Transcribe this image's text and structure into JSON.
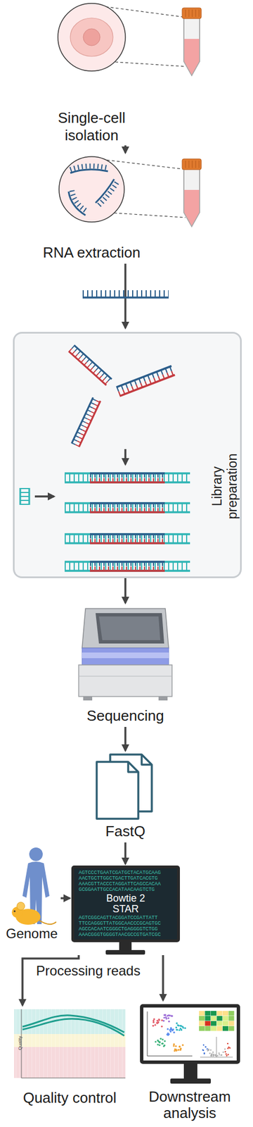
{
  "diagram": {
    "nodes": [
      {
        "text": [
          "Single-cell isolation"
        ]
      },
      {
        "text": [
          "RNA extraction"
        ]
      },
      {
        "text": [
          "Library preparation"
        ]
      },
      {
        "text": [
          "Sequencing"
        ]
      },
      {
        "text": [
          "FastQ"
        ]
      },
      {
        "text": [
          "Bowtie 2",
          "STAR"
        ]
      },
      {
        "text": [
          "Genome"
        ]
      },
      {
        "text": [
          "Quality control"
        ]
      },
      {
        "text": [
          "Downstream analysis"
        ]
      }
    ],
    "edges": [
      {
        "from": 0,
        "to": 1,
        "arrow": "to"
      },
      {
        "from": 1,
        "to": 2,
        "arrow": "to"
      },
      {
        "from": 2,
        "to": 3,
        "arrow": "to"
      },
      {
        "from": 3,
        "to": 4,
        "arrow": "to"
      },
      {
        "from": 4,
        "to": 5,
        "arrow": "to"
      },
      {
        "from": 6,
        "to": 5,
        "arrow": "to"
      },
      {
        "from": 5,
        "to": 7,
        "arrow": "to"
      },
      {
        "from": 5,
        "to": 8,
        "arrow": "to"
      }
    ],
    "labels": [
      "Processing reads",
      "Quality",
      "AGTCCCTGAATCGATGCTACATGCAAG",
      "AACTGCTTGGCTGACTTGATCACGTG",
      "AAACGTTACCCTAGGATTCAGCCACAA",
      "GCGGAATTGCCACATAACAAGTCTG",
      "AGTCGGCAGTTACGGATCCGATTATT",
      "TTCCAGGGTTATGGCAACCCGCAGTGC",
      "AGCCACAATCGGGCTGAGGGGTCTGG",
      "AAACGGGTGGGGTAACGCCGTGATCGC"
    ]
  }
}
